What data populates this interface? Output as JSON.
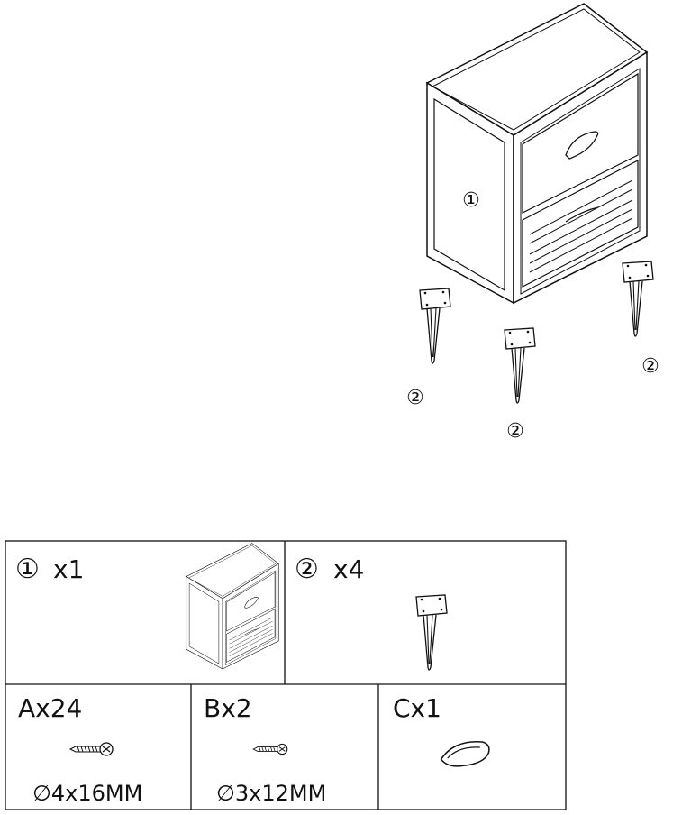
{
  "assembly": {
    "callouts": {
      "cabinet": "①",
      "leg_left": "②",
      "leg_middle": "②",
      "leg_right": "②"
    }
  },
  "parts": {
    "cabinet": {
      "number": "①",
      "qty": "x1"
    },
    "leg": {
      "number": "②",
      "qty": "x4"
    },
    "screw_a": {
      "label": "Ax24",
      "size": "∅4x16MM"
    },
    "screw_b": {
      "label": "Bx2",
      "size": "∅3x12MM"
    },
    "handle_c": {
      "label": "Cx1"
    }
  },
  "colors": {
    "line": "#111111",
    "panel": "#ffffff"
  }
}
